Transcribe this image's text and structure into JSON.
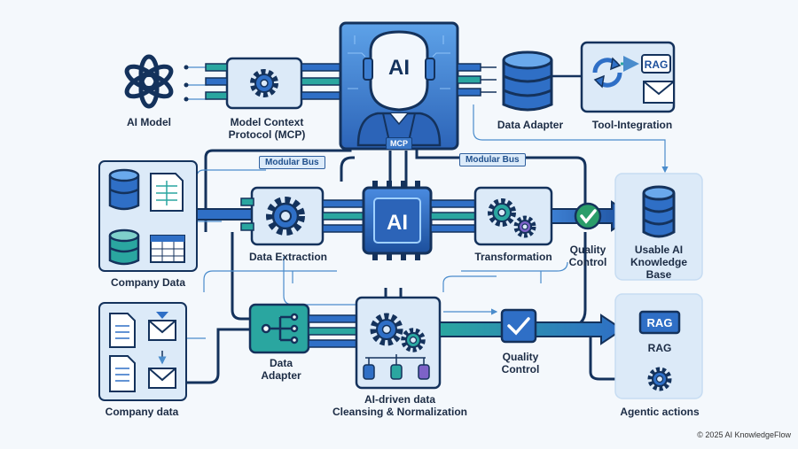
{
  "hub": {
    "top_label": "AI",
    "mcp_tag": "MCP",
    "core_label": "AI"
  },
  "buses": {
    "left": "Modular Bus",
    "right": "Modular Bus"
  },
  "nodes": {
    "ai_model": "AI Model",
    "mcp_protocol": [
      "Model Context",
      "Protocol (MCP)"
    ],
    "data_adapter_top": "Data Adapter",
    "tool_integration": "Tool-Integration",
    "company_data_top": "Company Data",
    "company_data_bottom": "Company data",
    "data_extraction": "Data Extraction",
    "transformation": "Transformation",
    "quality_control_top": [
      "Quality",
      "Control"
    ],
    "knowledge_base": [
      "Usable AI",
      "Knowledge",
      "Base"
    ],
    "data_adapter_bottom": [
      "Data",
      "Adapter"
    ],
    "cleansing": [
      "AI-driven data",
      "Cleansing & Normalization"
    ],
    "quality_control_bottom": [
      "Quality",
      "Control"
    ],
    "rag_outputs": "RAG",
    "agentic_actions": "Agentic actions"
  },
  "icon_text": {
    "rag_tool": "RAG",
    "rag_output": "RAG"
  },
  "footer": {
    "copyright": "© 2025 AI KnowledgeFlow"
  },
  "colors": {
    "dark_navy": "#14325c",
    "primary_blue": "#2f6fc6",
    "light_blue_panel": "#dceaf8",
    "teal": "#1e9e9c",
    "green_arrow": "#2a9d6a",
    "purple": "#7d62c8"
  }
}
